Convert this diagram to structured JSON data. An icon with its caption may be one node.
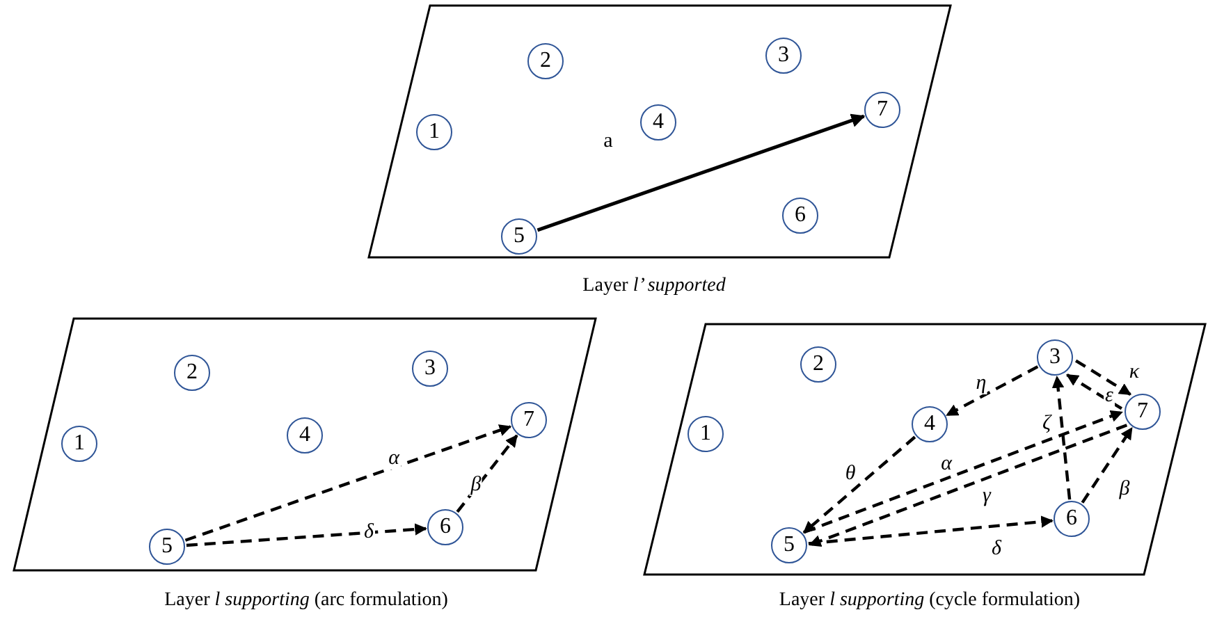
{
  "diagram": {
    "nodes": [
      {
        "text": [],
        "shape": "parallelogram",
        "beside": [
          "Layer *l’ supported*"
        ]
      },
      {
        "text": [
          "1"
        ],
        "in": 0
      },
      {
        "text": [
          "2"
        ],
        "in": 0
      },
      {
        "text": [
          "3"
        ],
        "in": 0
      },
      {
        "text": [
          "4"
        ],
        "in": 0
      },
      {
        "text": [
          "5"
        ],
        "in": 0
      },
      {
        "text": [
          "6"
        ],
        "in": 0
      },
      {
        "text": [
          "7"
        ],
        "in": 0
      },
      {
        "text": [],
        "shape": "parallelogram",
        "beside": [
          "Layer *l supporting* (arc formulation)"
        ]
      },
      {
        "text": [
          "1"
        ],
        "in": 8
      },
      {
        "text": [
          "2"
        ],
        "in": 8
      },
      {
        "text": [
          "3"
        ],
        "in": 8
      },
      {
        "text": [
          "4"
        ],
        "in": 8
      },
      {
        "text": [
          "5"
        ],
        "in": 8
      },
      {
        "text": [
          "6"
        ],
        "in": 8
      },
      {
        "text": [
          "7"
        ],
        "in": 8
      },
      {
        "text": [],
        "shape": "parallelogram",
        "beside": [
          "Layer *l supporting* (cycle formulation)"
        ]
      },
      {
        "text": [
          "1"
        ],
        "in": 16
      },
      {
        "text": [
          "2"
        ],
        "in": 16
      },
      {
        "text": [
          "3"
        ],
        "in": 16
      },
      {
        "text": [
          "4"
        ],
        "in": 16
      },
      {
        "text": [
          "5"
        ],
        "in": 16
      },
      {
        "text": [
          "6"
        ],
        "in": 16
      },
      {
        "text": [
          "7"
        ],
        "in": 16
      }
    ],
    "edges": [
      {
        "from": 5,
        "to": 7,
        "arrow": "to",
        "label": "a"
      },
      {
        "from": 13,
        "to": 15,
        "arrow": "to",
        "label": "α",
        "style": "dashed"
      },
      {
        "from": 13,
        "to": 14,
        "arrow": "to",
        "label": "δ",
        "style": "dashed"
      },
      {
        "from": 14,
        "to": 15,
        "arrow": "to",
        "label": "β",
        "style": "dashed"
      },
      {
        "from": 19,
        "to": 20,
        "arrow": "to",
        "label": "η",
        "style": "dashed"
      },
      {
        "from": 19,
        "to": 23,
        "arrow": "to",
        "label": "κ",
        "style": "dashed"
      },
      {
        "from": 23,
        "to": 19,
        "arrow": "to",
        "label": "ε",
        "style": "dashed"
      },
      {
        "from": 22,
        "to": 19,
        "arrow": "to",
        "label": "ζ",
        "style": "dashed"
      },
      {
        "from": 20,
        "to": 21,
        "arrow": "to",
        "label": "θ",
        "style": "dashed"
      },
      {
        "from": 21,
        "to": 23,
        "arrow": "to",
        "label": "α",
        "style": "dashed"
      },
      {
        "from": 23,
        "to": 21,
        "arrow": "to",
        "label": "γ",
        "style": "dashed"
      },
      {
        "from": 21,
        "to": 22,
        "arrow": "to",
        "label": "δ",
        "style": "dashed"
      },
      {
        "from": 22,
        "to": 23,
        "arrow": "to",
        "label": "β",
        "style": "dashed"
      }
    ]
  }
}
